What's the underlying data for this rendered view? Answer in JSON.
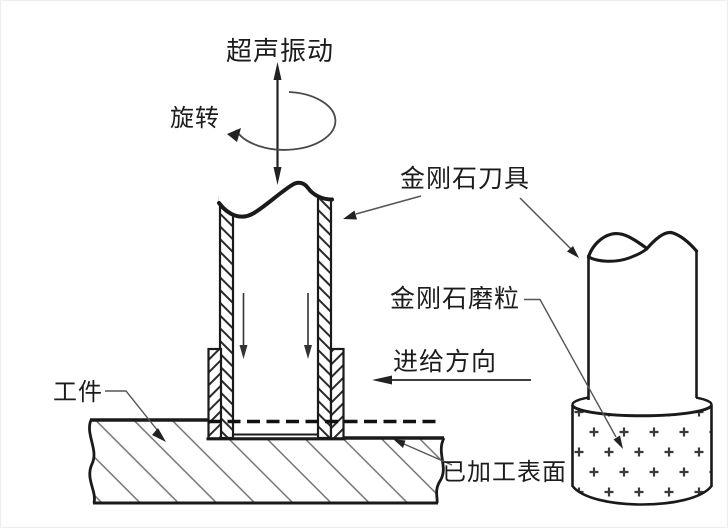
{
  "figure": {
    "title_context": "ultrasonic-vibration rotary diamond machining schematic",
    "background_color": "#ffffff",
    "line_color": "#1a1a1a",
    "hatch_color": "#666666",
    "leader_color": "#555555",
    "labels": {
      "ultrasonic_vibration": "超声振动",
      "rotation": "旋转",
      "diamond_tool": "金刚石刀具",
      "diamond_abrasive": "金刚石磨粒",
      "feed_direction": "进给方向",
      "workpiece": "工件",
      "machined_surface": "已加工表面"
    },
    "icons": {
      "vibration_arrow": "double-headed-vertical-arrow",
      "rotation_arrow": "elliptical-rotation-arrow",
      "feed_arrow": "left-pointing-arrow",
      "internal_arrows": "two-downward-arrows",
      "abrasive_marks": "plus-grain-pattern"
    }
  }
}
